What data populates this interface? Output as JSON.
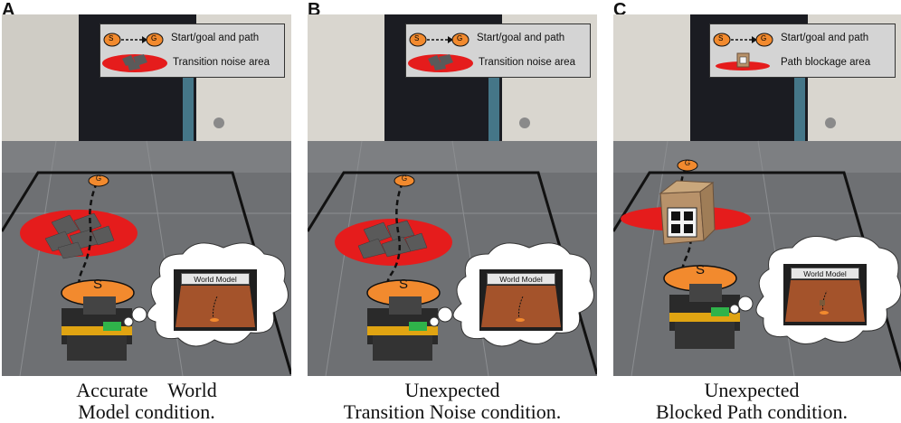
{
  "panels": [
    {
      "letter": "A",
      "legend_row1": "Start/goal and path",
      "legend_row2": "Transition noise area",
      "start_label": "S",
      "goal_label": "G",
      "legend_start": "S",
      "legend_goal": "G",
      "world_model": "World Model",
      "caption_line1": "Accurate    World",
      "caption_line2": "Model condition."
    },
    {
      "letter": "B",
      "legend_row1": "Start/goal and path",
      "legend_row2": "Transition noise area",
      "start_label": "S",
      "goal_label": "G",
      "legend_start": "S",
      "legend_goal": "G",
      "world_model": "World Model",
      "caption_line1": "Unexpected",
      "caption_line2": "Transition Noise condition."
    },
    {
      "letter": "C",
      "legend_row1": "Start/goal and path",
      "legend_row2": "Path blockage area",
      "start_label": "S",
      "goal_label": "G",
      "legend_start": "S",
      "legend_goal": "G",
      "world_model": "World Model",
      "caption_line1": "Unexpected",
      "caption_line2": "Blocked Path condition."
    }
  ],
  "colors": {
    "start_goal_fill": "#f28a2e",
    "noise_area": "#e51c1c",
    "legend_bg": "#d4d4d4",
    "floor": "#6e7073",
    "wall": "#d9d6cf",
    "curtain": "#1b1c22",
    "robot_body": "#2a2a2a",
    "robot_stripe": "#e0a412",
    "world_model_floor": "#a4532b"
  }
}
